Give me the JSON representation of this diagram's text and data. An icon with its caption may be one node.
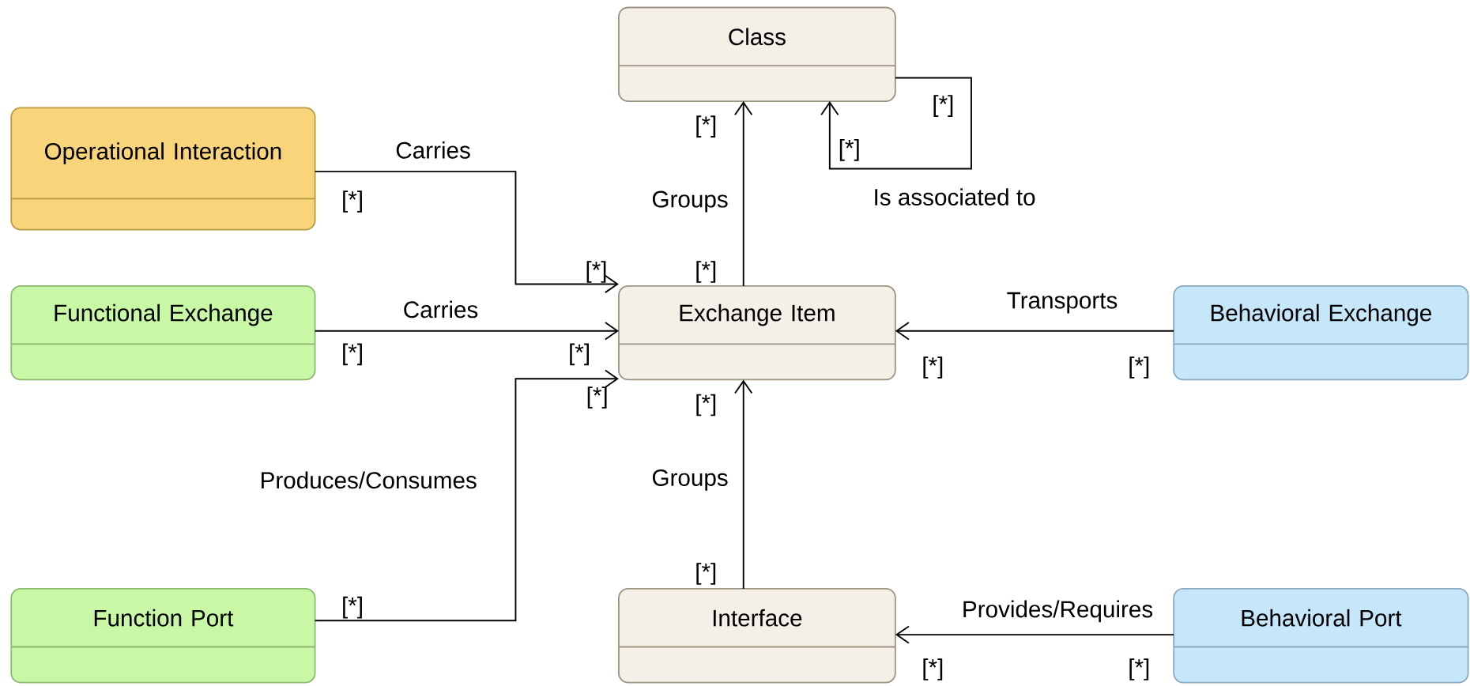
{
  "diagram": {
    "nodes": [
      {
        "text": [
          "Class"
        ]
      },
      {
        "text": [
          "Operational Interaction"
        ]
      },
      {
        "text": [
          "Functional Exchange"
        ]
      },
      {
        "text": [
          "Exchange Item"
        ]
      },
      {
        "text": [
          "Behavioral Exchange"
        ]
      },
      {
        "text": [
          "Function Port"
        ]
      },
      {
        "text": [
          "Interface"
        ]
      },
      {
        "text": [
          "Behavioral Port"
        ]
      }
    ],
    "edges": [
      {
        "from": 3,
        "to": 0,
        "arrow": "to",
        "label": "Groups"
      },
      {
        "from": 0,
        "to": 0,
        "arrow": "to",
        "label": "Is associated to"
      },
      {
        "from": 1,
        "to": 3,
        "arrow": "to",
        "label": "Carries"
      },
      {
        "from": 2,
        "to": 3,
        "arrow": "to",
        "label": "Carries"
      },
      {
        "from": 4,
        "to": 3,
        "arrow": "to",
        "label": "Transports"
      },
      {
        "from": 5,
        "to": 3,
        "arrow": "to",
        "label": "Produces/Consumes"
      },
      {
        "from": 6,
        "to": 3,
        "arrow": "to",
        "label": "Groups"
      },
      {
        "from": 7,
        "to": 6,
        "arrow": "to",
        "label": "Provides/Requires"
      }
    ],
    "labels": [
      "[*]",
      "[*]",
      "[*]",
      "[*]",
      "[*]",
      "[*]",
      "[*]",
      "[*]",
      "[*]",
      "[*]",
      "[*]",
      "[*]",
      "[*]",
      "[*]",
      "[*]",
      "[*]"
    ]
  }
}
